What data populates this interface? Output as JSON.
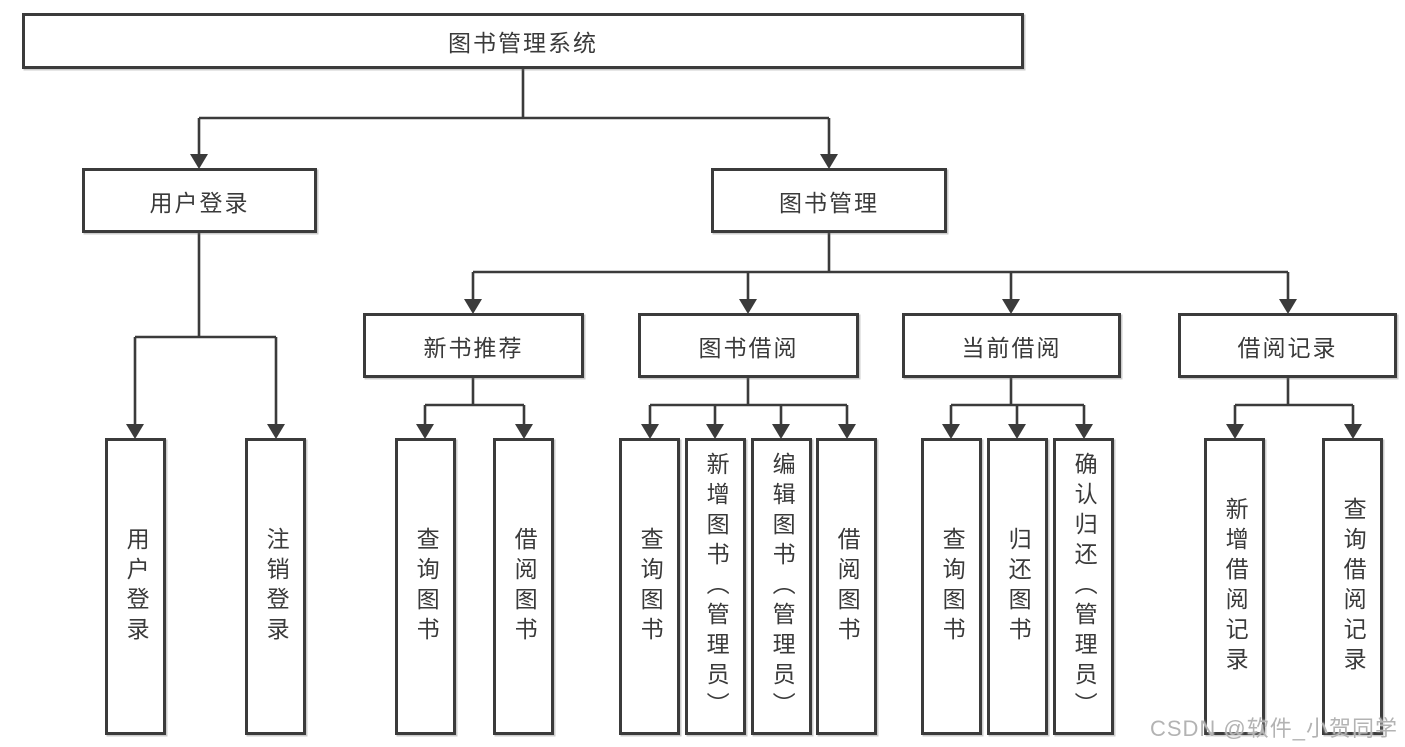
{
  "diagram_title": "图书管理系统",
  "tree": {
    "root": {
      "label": "图书管理系统",
      "children": [
        {
          "label": "用户登录",
          "children": [
            {
              "label": "用户登录"
            },
            {
              "label": "注销登录"
            }
          ]
        },
        {
          "label": "图书管理",
          "children": [
            {
              "label": "新书推荐",
              "children": [
                {
                  "label": "查询图书"
                },
                {
                  "label": "借阅图书"
                }
              ]
            },
            {
              "label": "图书借阅",
              "children": [
                {
                  "label": "查询图书"
                },
                {
                  "label": "新增图书（管理员）"
                },
                {
                  "label": "编辑图书（管理员）"
                },
                {
                  "label": "借阅图书"
                }
              ]
            },
            {
              "label": "当前借阅",
              "children": [
                {
                  "label": "查询图书"
                },
                {
                  "label": "归还图书"
                },
                {
                  "label": "确认归还（管理员）"
                }
              ]
            },
            {
              "label": "借阅记录",
              "children": [
                {
                  "label": "新增借阅记录"
                },
                {
                  "label": "查询借阅记录"
                }
              ]
            }
          ]
        }
      ]
    }
  },
  "watermark": {
    "text": "CSDN @软件_小贺同学"
  },
  "colors": {
    "line": "#3b3b3b",
    "text": "#3a3a3a",
    "box_background": "#ffffff",
    "watermark": "#b3b3b3",
    "background": "#ffffff"
  }
}
